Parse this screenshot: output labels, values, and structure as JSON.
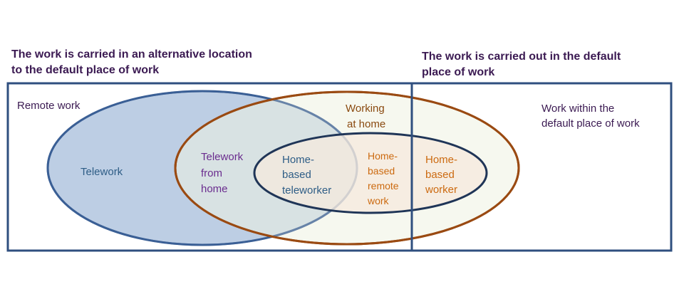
{
  "headers": {
    "left": "The work is carried in an alternative location to the default place of work",
    "right": "The work is carried out in the default place of work"
  },
  "regions": {
    "remote_work": "Remote work",
    "within_default": [
      "Work within the",
      "default place of work"
    ]
  },
  "sets": {
    "telework": "Telework",
    "working_at_home": [
      "Working",
      "at home"
    ],
    "telework_from_home": [
      "Telework",
      "from",
      "home"
    ],
    "home_based_teleworker": [
      "Home-",
      "based",
      "teleworker"
    ],
    "home_based_remote_work": [
      "Home-",
      "based",
      "remote",
      "work"
    ],
    "home_based_worker": [
      "Home-",
      "based",
      "worker"
    ]
  },
  "colors": {
    "header_text": "#3b1a52",
    "box_border": "#2f4f7f",
    "telework_fill": "#b9cbe3",
    "telework_stroke": "#3b5f95",
    "home_fill": "#eef3e1",
    "home_stroke": "#9a4a12",
    "inner_fill": "#f5e9dd",
    "inner_stroke": "#1f3557",
    "telework_text": "#2e5d86",
    "purple_text": "#6a2c8e",
    "orange_text": "#cc6a10",
    "brown_text": "#8a4a10",
    "dark_purple": "#3b1a52"
  }
}
